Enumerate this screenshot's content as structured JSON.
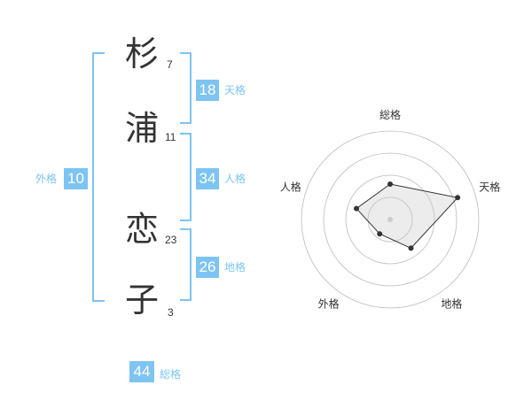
{
  "name": {
    "chars": [
      {
        "char": "杉",
        "strokes": "7"
      },
      {
        "char": "浦",
        "strokes": "11"
      },
      {
        "char": "恋",
        "strokes": "23"
      },
      {
        "char": "子",
        "strokes": "3"
      }
    ]
  },
  "fortunes": {
    "tenkaku": {
      "value": "18",
      "label": "天格"
    },
    "jinkaku": {
      "value": "34",
      "label": "人格"
    },
    "chikaku": {
      "value": "26",
      "label": "地格"
    },
    "gaikaku": {
      "value": "10",
      "label": "外格"
    },
    "soukaku": {
      "value": "44",
      "label": "総格"
    }
  },
  "colors": {
    "accent": "#7dc4f2",
    "text": "#333333",
    "grid": "#bbbbbb"
  },
  "chart_data": {
    "type": "radar",
    "axes": [
      "総格",
      "天格",
      "地格",
      "外格",
      "人格"
    ],
    "max": 5,
    "values": [
      2,
      4,
      2,
      1,
      2
    ],
    "rings": 4,
    "grid": true
  }
}
